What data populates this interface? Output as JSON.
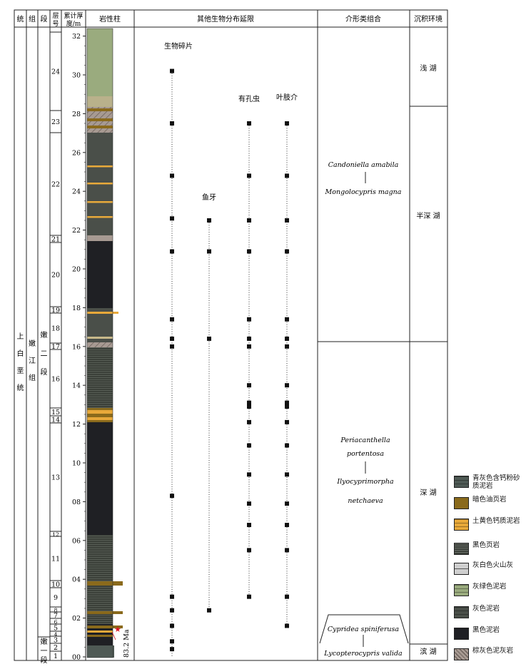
{
  "headers": {
    "tong": "统",
    "zu": "组",
    "duan": "段",
    "cenghao": "层号",
    "depth": "累计厚度/m",
    "lithology": "岩性柱",
    "other_bio": "其他生物分布延限",
    "ostracod": "介形类组合",
    "environment": "沉积环境"
  },
  "stratigraphy": {
    "tong": "上白垩统",
    "zu": "嫩江组",
    "duan_upper": "嫩二段",
    "duan_lower": "嫩一段"
  },
  "layer_numbers": [
    "1",
    "2",
    "3",
    "4",
    "5",
    "6",
    "7",
    "8",
    "9",
    "10",
    "11",
    "12",
    "13",
    "14",
    "15",
    "16",
    "17",
    "18",
    "19",
    "20",
    "21",
    "22",
    "23",
    "24"
  ],
  "depth_ticks": [
    "00",
    "02",
    "04",
    "06",
    "08",
    "10",
    "12",
    "14",
    "16",
    "18",
    "20",
    "22",
    "24",
    "26",
    "28",
    "30",
    "32"
  ],
  "age_label": "83.2 Ma",
  "taxa": [
    {
      "name": "生物碎片",
      "occurrences": [
        0.4,
        0.8,
        1.6,
        2.4,
        3.1,
        8.3,
        16.0,
        16.4,
        17.4,
        20.9,
        22.6,
        24.8,
        27.5,
        30.2
      ]
    },
    {
      "name": "鱼牙",
      "occurrences": [
        2.4,
        16.4,
        20.9,
        22.5
      ]
    },
    {
      "name": "有孔虫",
      "occurrences": [
        3.1,
        5.5,
        6.8,
        7.9,
        9.4,
        10.9,
        12.1,
        12.9,
        13.1,
        14.0,
        16.0,
        16.4,
        17.4,
        20.9,
        22.5,
        24.8,
        27.5
      ]
    },
    {
      "name": "叶肢介",
      "occurrences": [
        1.6,
        3.1,
        5.5,
        6.8,
        7.9,
        9.4,
        10.9,
        12.1,
        12.9,
        13.1,
        14.0,
        16.0,
        16.4,
        17.4,
        20.9,
        22.5,
        24.8,
        27.5
      ]
    }
  ],
  "ostracod_zones": [
    {
      "lines": [
        "Candoniella amabila",
        "Mongolocypris magna"
      ]
    },
    {
      "lines": [
        "Periacanthella",
        "portentosa",
        "Ilyocyprimorpha",
        "netchaeva"
      ]
    },
    {
      "lines": [
        "Cypridea spiniferusa",
        "Lycopterocypris valida"
      ]
    }
  ],
  "environments": [
    "浅 湖",
    "半深 湖",
    "深 湖",
    "滨 湖"
  ],
  "legend": [
    {
      "label": "青灰色含钙粉砂质泥岩",
      "color": "#4f5a55",
      "icon": "dash-pattern"
    },
    {
      "label": "暗色油页岩",
      "color": "#8a6a1c",
      "icon": "solid"
    },
    {
      "label": "土黄色钙质泥岩",
      "color": "#e8a93a",
      "icon": "dash-pattern"
    },
    {
      "label": "黑色页岩",
      "color": "#3b4039",
      "icon": "line-pattern"
    },
    {
      "label": "灰白色火山灰",
      "color": "#cfcfcf",
      "icon": "wave-pattern"
    },
    {
      "label": "灰绿色泥岩",
      "color": "#9aab7e",
      "icon": "dash-pattern"
    },
    {
      "label": "灰色泥岩",
      "color": "#4a4f49",
      "icon": "dash-pattern"
    },
    {
      "label": "黑色泥岩",
      "color": "#1f2024",
      "icon": "solid"
    },
    {
      "label": "棕灰色泥灰岩",
      "color": "#a79a92",
      "icon": "hatch-pattern"
    }
  ]
}
